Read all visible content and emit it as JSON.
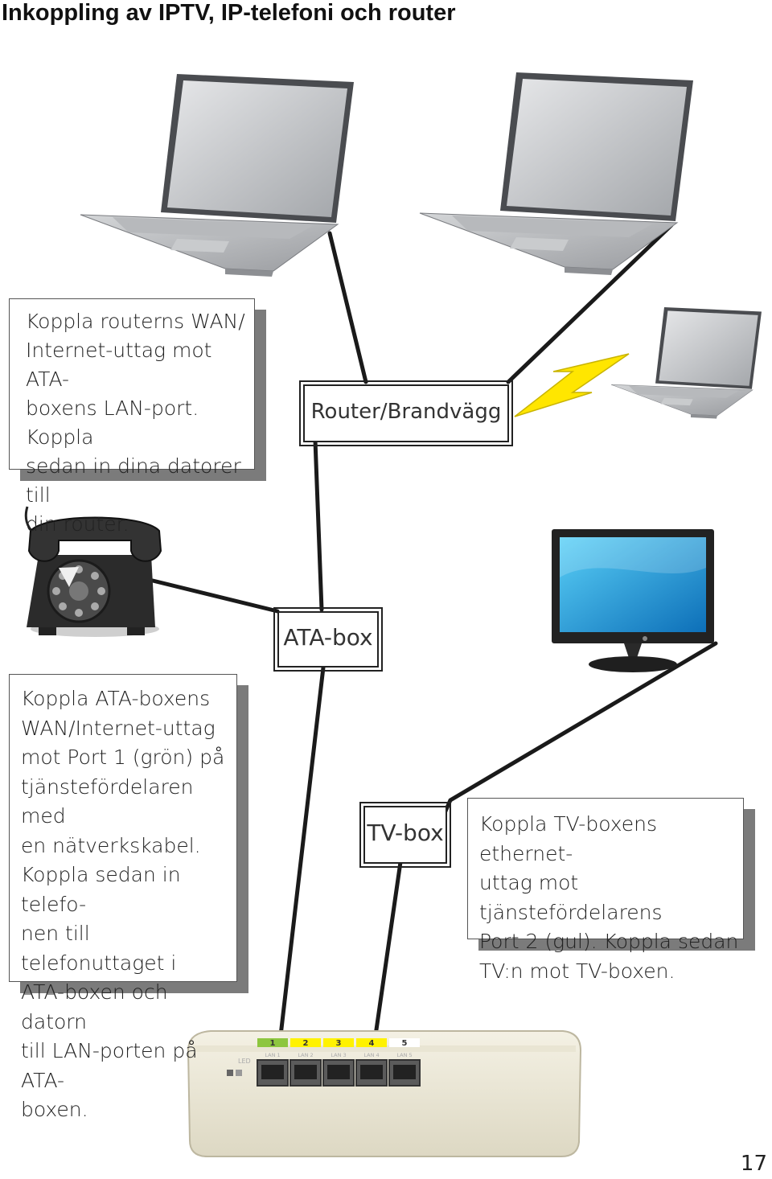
{
  "title": "Inkoppling av IPTV, IP-telefoni  och router",
  "labels": {
    "router": "Router/Brandvägg",
    "ata": "ATA-box",
    "tvbox": "TV-box"
  },
  "notes": {
    "router": "Koppla routerns WAN/\nInternet-uttag mot ATA-\nboxens LAN-port. Koppla\nsedan in dina datorer till\ndin router.",
    "ata": "Koppla ATA-boxens\nWAN/Internet-uttag\nmot Port 1 (grön) på\ntjänstefördelaren med\nen nätverkskabel.\nKoppla sedan in telefo-\nnen till telefonuttaget i\nATA-boxen och datorn\ntill LAN-porten på ATA-\nboxen.",
    "tv": "Koppla TV-boxens ethernet-\nuttag mot tjänstefördelarens\nPort 2 (gul). Koppla sedan\nTV:n mot TV-boxen."
  },
  "switch": {
    "led_label": "LED",
    "ports": [
      {
        "number": "1",
        "name": "LAN 1",
        "color": "#8dc63f"
      },
      {
        "number": "2",
        "name": "LAN 2",
        "color": "#fff200"
      },
      {
        "number": "3",
        "name": "LAN 3",
        "color": "#fff200"
      },
      {
        "number": "4",
        "name": "LAN 4",
        "color": "#fff200"
      },
      {
        "number": "5",
        "name": "LAN 5",
        "color": "#ffffff"
      }
    ]
  },
  "page_number": "17",
  "icons": [
    "laptop-icon",
    "laptop-icon",
    "wireless-laptop-icon",
    "lightning-icon",
    "telephone-icon",
    "tv-monitor-icon",
    "network-switch-icon"
  ]
}
